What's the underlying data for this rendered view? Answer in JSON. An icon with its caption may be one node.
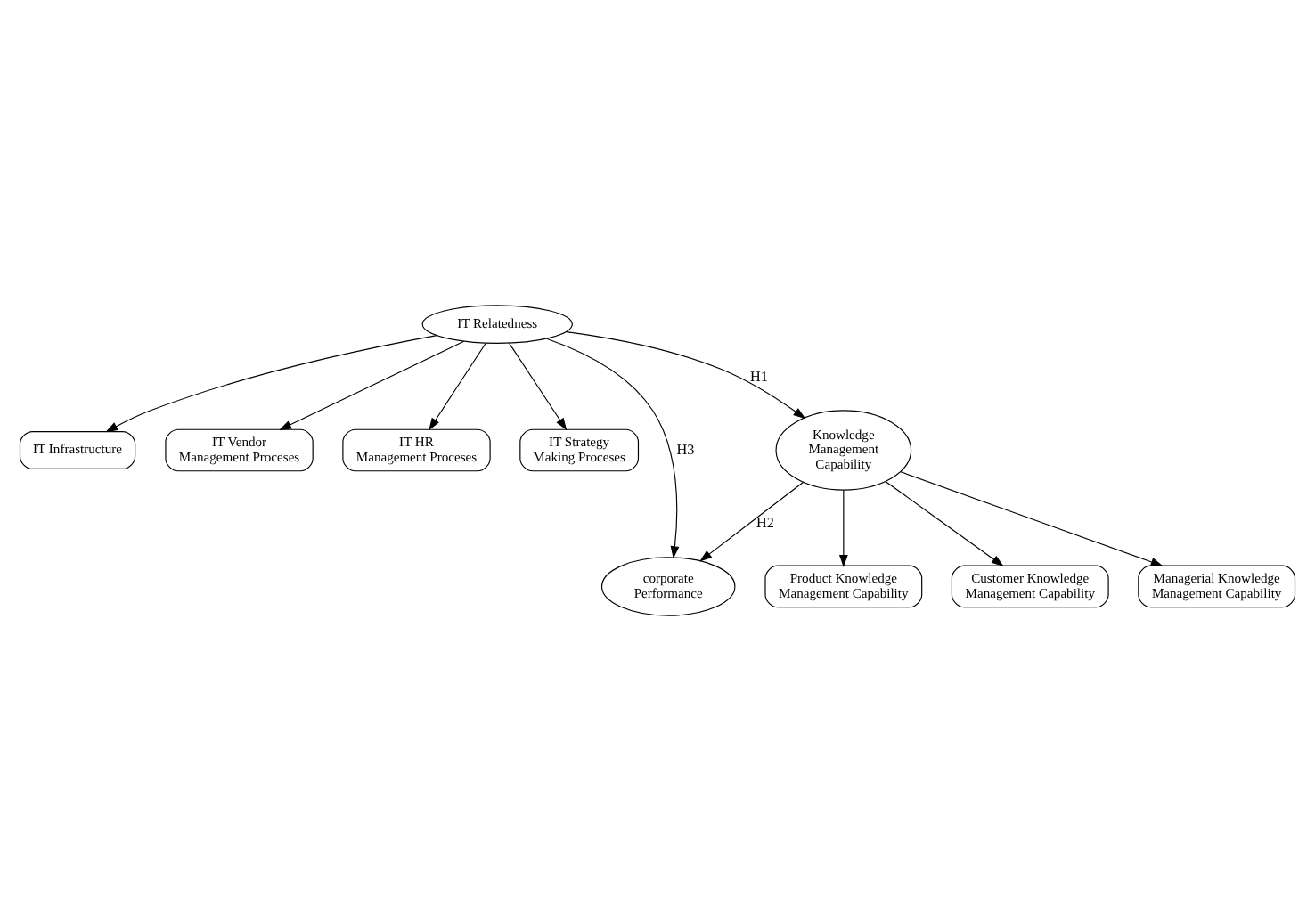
{
  "diagram": {
    "nodes": [
      {
        "text": [
          "IT Infrastructure"
        ]
      },
      {
        "text": [
          "IT Vendor Management Proceses"
        ]
      },
      {
        "text": [
          "IT HR Management Proceses"
        ]
      },
      {
        "text": [
          "IT Strategy Making Proceses"
        ]
      },
      {
        "text": [
          "IT Relatedness"
        ]
      },
      {
        "text": [
          "corporate Performance"
        ]
      },
      {
        "text": [
          "Knowledge Management Capability"
        ]
      },
      {
        "text": [
          "Product Knowledge Management Capability"
        ]
      },
      {
        "text": [
          "Customer Knowledge Management Capability"
        ]
      },
      {
        "text": [
          "Managerial Knowledge Management Capability"
        ]
      }
    ],
    "edges": [
      {
        "from": 4,
        "to": 0,
        "arrow": "to"
      },
      {
        "from": 4,
        "to": 1,
        "arrow": "to"
      },
      {
        "from": 4,
        "to": 2,
        "arrow": "to"
      },
      {
        "from": 4,
        "to": 3,
        "arrow": "to"
      },
      {
        "from": 4,
        "to": 5,
        "arrow": "to",
        "label": "H3"
      },
      {
        "from": 4,
        "to": 6,
        "arrow": "to",
        "label": "H1"
      },
      {
        "from": 6,
        "to": 5,
        "arrow": "to",
        "label": "H2"
      },
      {
        "from": 6,
        "to": 7,
        "arrow": "to"
      },
      {
        "from": 6,
        "to": 8,
        "arrow": "to"
      },
      {
        "from": 6,
        "to": 9,
        "arrow": "to"
      }
    ]
  }
}
